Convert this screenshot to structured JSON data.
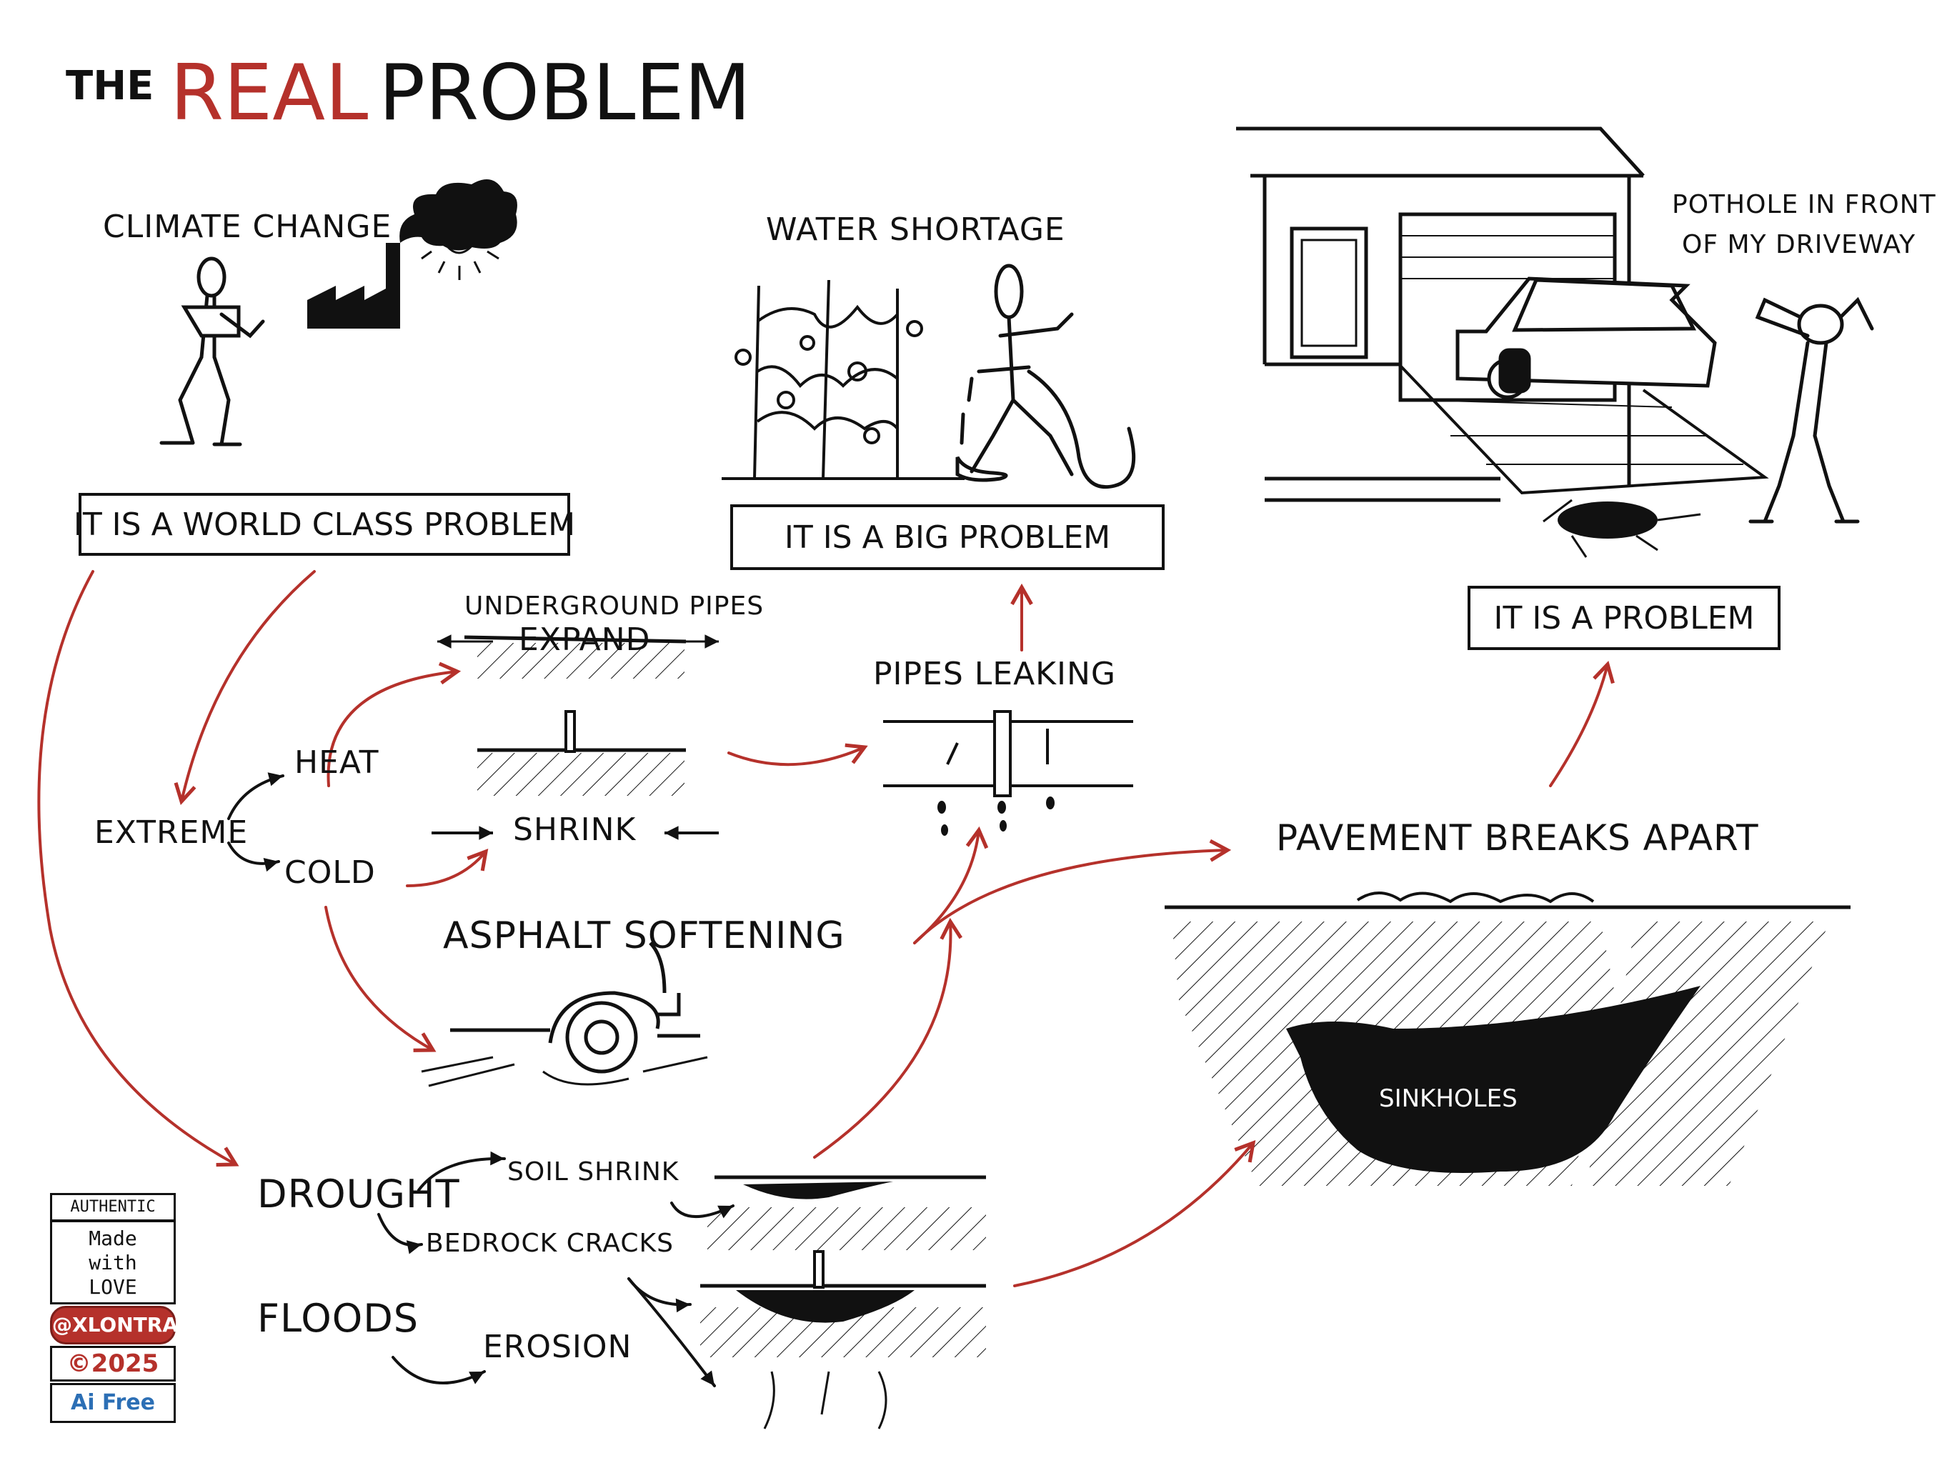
{
  "title": {
    "the": "THE",
    "real": "REAL",
    "problem": "PROBLEM"
  },
  "colors": {
    "accent_red": "#b5312b",
    "ink": "#111111",
    "badge_blue": "#2c6fb5"
  },
  "labels": {
    "climate_change": "CLIMATE CHANGE",
    "water_shortage": "WATER SHORTAGE",
    "pothole_line1": "POTHOLE IN FRONT",
    "pothole_line2": "OF MY DRIVEWAY",
    "underground_pipes": "UNDERGROUND PIPES",
    "expand": "EXPAND",
    "shrink": "SHRINK",
    "pipes_leaking": "PIPES LEAKING",
    "pavement_breaks": "PAVEMENT BREAKS APART",
    "extreme": "EXTREME",
    "heat": "HEAT",
    "cold": "COLD",
    "asphalt_softening": "ASPHALT SOFTENING",
    "drought": "DROUGHT",
    "soil_shrink": "SOIL SHRINK",
    "bedrock_cracks": "BEDROCK CRACKS",
    "floods": "FLOODS",
    "erosion": "EROSION",
    "sinkholes": "SINKHOLES"
  },
  "boxes": {
    "world_class": "IT IS A WORLD CLASS PROBLEM",
    "big": "IT IS A BIG PROBLEM",
    "a_problem": "IT IS A PROBLEM"
  },
  "badge": {
    "authentic": "AUTHENTIC",
    "made_with_love": "Made\nwith\nLOVE",
    "handle": "@XLONTRAX",
    "year": "©2025",
    "ai_free": "Ai Free"
  },
  "icons": [
    "stick-figure-icon",
    "factory-icon",
    "smoke-cloud-icon",
    "sun-icon",
    "plant-icon",
    "watering-hose-icon",
    "house-icon",
    "car-icon",
    "pothole-icon",
    "pipe-icon",
    "water-drop-icon",
    "tire-icon",
    "sinkhole-icon"
  ]
}
